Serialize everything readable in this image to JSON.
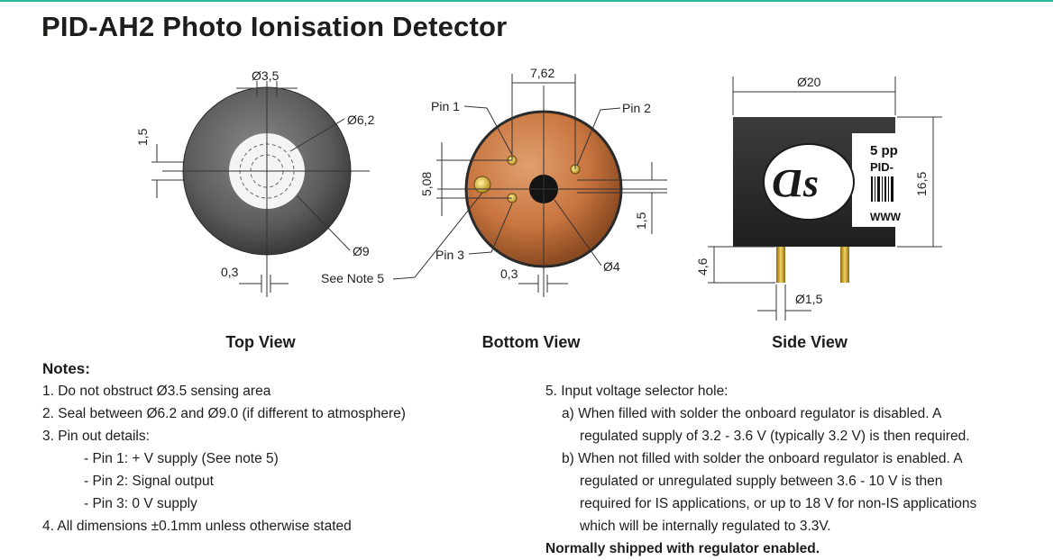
{
  "title": "PID-AH2 Photo Ionisation Detector",
  "views": {
    "top": {
      "caption": "Top View",
      "dims": {
        "d35": "Ø3,5",
        "d62": "Ø6,2",
        "d9": "Ø9",
        "v15": "1,5",
        "h03": "0,3"
      }
    },
    "bottom": {
      "caption": "Bottom View",
      "dims": {
        "w762": "7,62",
        "v508": "5,08",
        "v15": "1,5",
        "h03": "0,3",
        "d4": "Ø4"
      },
      "labels": {
        "pin1": "Pin 1",
        "pin2": "Pin 2",
        "pin3": "Pin 3",
        "see_note5": "See Note 5"
      }
    },
    "side": {
      "caption": "Side View",
      "dims": {
        "d20": "Ø20",
        "h165": "16,5",
        "h46": "4,6",
        "d15": "Ø1,5"
      },
      "label_lines": [
        "5 pp",
        "PID-",
        "WWW"
      ],
      "logo_text": "Ɑs"
    }
  },
  "notes": {
    "heading": "Notes:",
    "left": [
      "1. Do not obstruct Ø3.5 sensing area",
      "2. Seal between Ø6.2 and Ø9.0 (if different to atmosphere)",
      "3. Pin out details:",
      "- Pin 1: + V supply (See note 5)",
      "- Pin 2: Signal output",
      "- Pin 3: 0 V supply",
      "4. All dimensions ±0.1mm unless otherwise stated"
    ],
    "right": [
      "5. Input voltage selector hole:",
      "a) When filled with solder the onboard regulator is disabled. A",
      "regulated supply of 3.2 - 3.6 V (typically 3.2 V) is then required.",
      "b) When not filled with solder the onboard regulator is enabled. A",
      "regulated or unregulated supply between 3.6 - 10 V is then",
      "required for IS applications, or up to 18 V for non-IS applications",
      "which will be internally regulated to 3.3V."
    ],
    "footer": "Normally shipped with regulator enabled."
  },
  "colors": {
    "accent": "#2bb8a0",
    "pcb": "#c9753f",
    "body": "#2e2e2e"
  }
}
